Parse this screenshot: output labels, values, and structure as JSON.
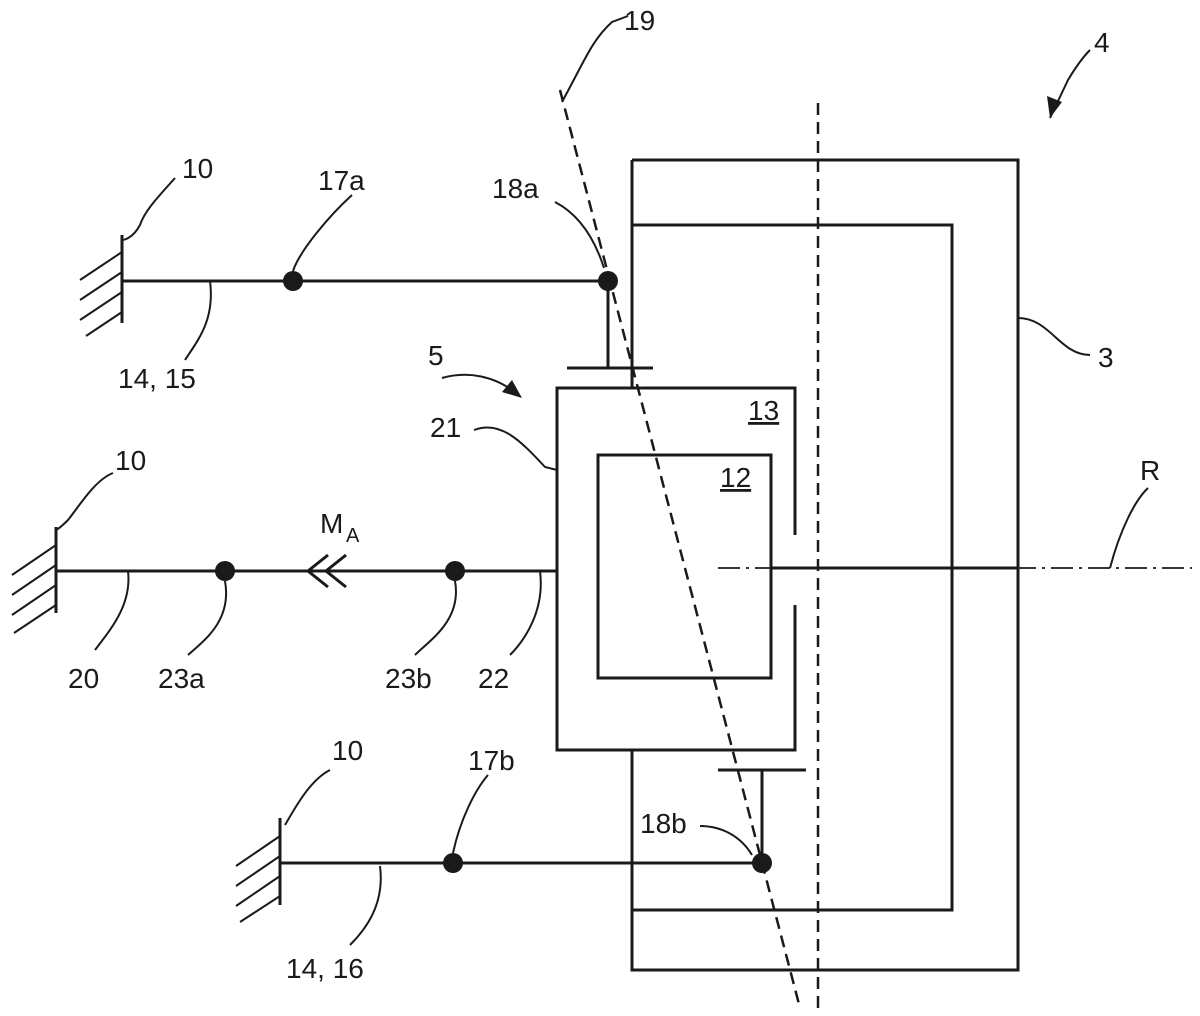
{
  "labels": {
    "ref_4": "4",
    "ref_19": "19",
    "ref_3": "3",
    "ref_R": "R",
    "ref_5": "5",
    "ref_21": "21",
    "ref_13": "13",
    "ref_12": "12",
    "ref_10_top": "10",
    "ref_10_mid": "10",
    "ref_10_bot": "10",
    "ref_17a": "17a",
    "ref_18a": "18a",
    "ref_14_15": "14, 15",
    "ref_M": "M",
    "ref_M_sub": "A",
    "ref_20": "20",
    "ref_23a": "23a",
    "ref_23b": "23b",
    "ref_22": "22",
    "ref_17b": "17b",
    "ref_18b": "18b",
    "ref_14_16": "14, 16"
  }
}
